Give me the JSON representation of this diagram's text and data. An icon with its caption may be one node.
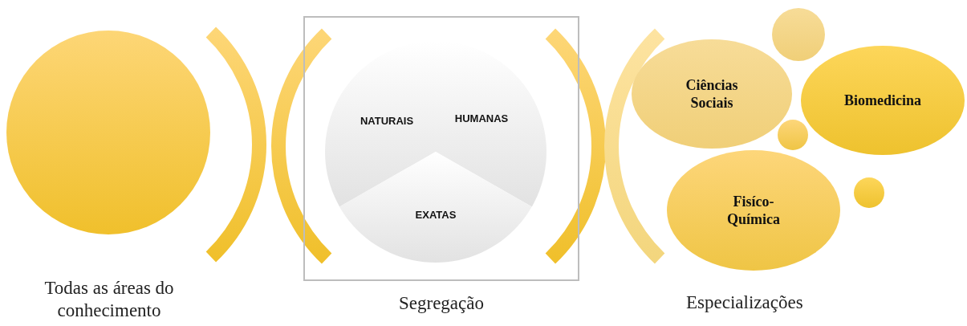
{
  "diagram": {
    "nodes": [
      {
        "text": [
          "Todas as áreas do conhecimento"
        ]
      },
      {
        "text": [
          "Segregação"
        ]
      },
      {
        "text": [
          "NATURAIS"
        ],
        "in": 1
      },
      {
        "text": [
          "HUMANAS"
        ],
        "in": 1
      },
      {
        "text": [
          "EXATAS"
        ],
        "in": 1
      },
      {
        "text": [
          "Ciências Sociais"
        ]
      },
      {
        "text": [],
        "shape": "circle"
      },
      {
        "text": [],
        "shape": "circle"
      },
      {
        "text": [
          "Biomedicina"
        ]
      },
      {
        "text": [
          "Fisíco-Química"
        ]
      },
      {
        "text": [],
        "shape": "circle"
      }
    ],
    "labels": [
      "Especializações"
    ]
  }
}
